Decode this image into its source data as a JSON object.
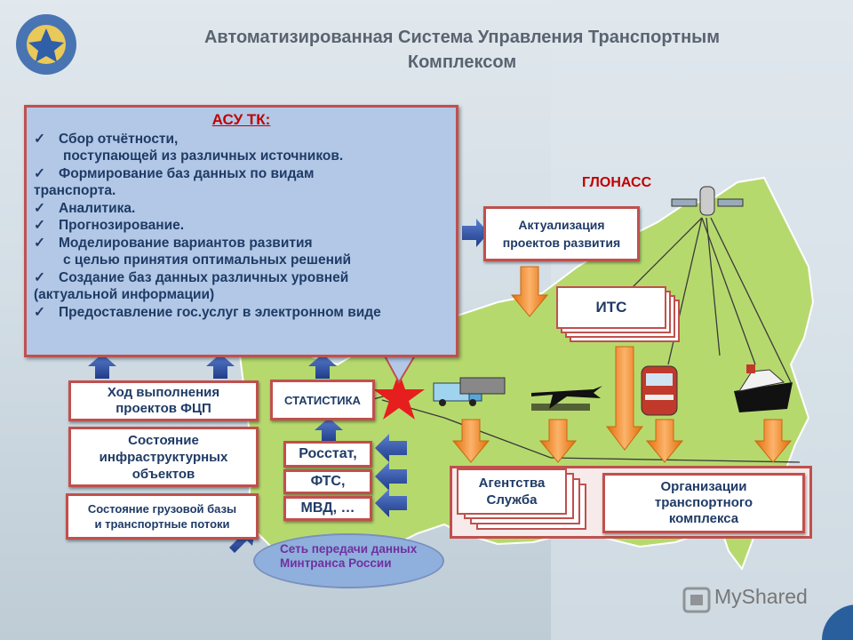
{
  "header": {
    "title_line1": "Автоматизированная Система Управления Транспортным",
    "title_line2": "Комплексом"
  },
  "asu": {
    "heading": "АСУ ТК:",
    "check_glyph": "✓",
    "items": [
      {
        "line1": "Сбор отчётности,",
        "line2": "поступающей из различных источников."
      },
      {
        "line1": "Формирование баз данных по видам",
        "line2": "транспорта."
      },
      {
        "line1": "Аналитика.",
        "line2": ""
      },
      {
        "line1": "Прогнозирование.",
        "line2": ""
      },
      {
        "line1": "Моделирование вариантов развития",
        "line2": "с целью принятия оптимальных решений"
      },
      {
        "line1": "Создание баз данных различных уровней",
        "line2": "(актуальной информации)"
      },
      {
        "line1": "Предоставление гос.услуг в электронном виде",
        "line2": ""
      }
    ]
  },
  "boxes": {
    "fcp_line1": "Ход выполнения",
    "fcp_line2": "проектов ФЦП",
    "infra_line1": "Состояние",
    "infra_line2": "инфраструктурных",
    "infra_line3": "объектов",
    "cargo_line1": "Состояние грузовой базы",
    "cargo_line2": "и транспортные потоки",
    "stat": "СТАТИСТИКА",
    "rosstat": "Росстат,",
    "fts": "ФТС,",
    "mvd": "МВД, …",
    "aktual_line1": "Актуализация",
    "aktual_line2": "проектов развития",
    "its": "ИТС",
    "agency_line1": "Агентства",
    "agency_line2": "Служба",
    "org_line1": "Организации",
    "org_line2": "транспортного",
    "org_line3": "комплекса"
  },
  "network": {
    "line1": "Сеть передачи данных",
    "line2": "Минтранса России"
  },
  "glonass": "ГЛОНАСС",
  "watermark": "MyShared",
  "icons": [
    "crest-icon",
    "satellite-icon",
    "truck-icon",
    "airplane-icon",
    "train-icon",
    "ship-icon",
    "star-icon",
    "check-icon",
    "arrow-icon"
  ],
  "colors": {
    "accent_red": "#c0504d",
    "text_blue": "#1f3b66",
    "panel_blue": "#b2c8e6",
    "arrow_orange": "#f79646",
    "arrow_blue": "#2e4fa3",
    "map_green": "#b6d96e"
  }
}
